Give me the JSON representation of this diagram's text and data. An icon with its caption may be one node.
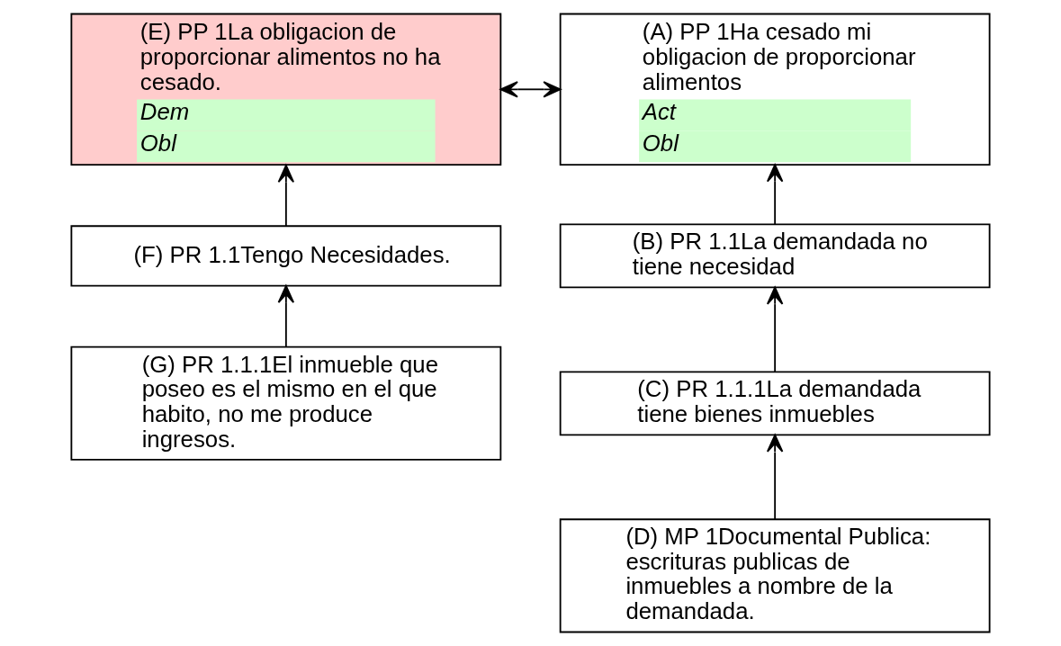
{
  "diagram": {
    "nodes": [
      {
        "text": [
          "(E) PP 1La obligacion de proporcionar alimentos no ha cesado.",
          "Dem",
          "Obl"
        ]
      },
      {
        "text": [
          "(A) PP 1Ha cesado mi obligacion de proporcionar alimentos",
          "Act",
          "Obl"
        ]
      },
      {
        "text": [
          "(F) PR 1.1Tengo Necesidades."
        ]
      },
      {
        "text": [
          "(B) PR 1.1La demandada no tiene necesidad"
        ]
      },
      {
        "text": [
          "(G) PR 1.1.1El inmueble que poseo es el mismo en el que habito, no me produce ingresos."
        ]
      },
      {
        "text": [
          "(C) PR 1.1.1La demandada tiene bienes inmuebles"
        ]
      },
      {
        "text": [
          "(D) MP 1Documental Publica: escrituras publicas de inmuebles a nombre de la demandada."
        ]
      }
    ],
    "edges": [
      {
        "from": 0,
        "to": 1,
        "arrow": "both"
      },
      {
        "from": 2,
        "to": 0,
        "arrow": "to"
      },
      {
        "from": 3,
        "to": 1,
        "arrow": "to"
      },
      {
        "from": 4,
        "to": 2,
        "arrow": "to"
      },
      {
        "from": 5,
        "to": 3,
        "arrow": "to"
      },
      {
        "from": 6,
        "to": 5,
        "arrow": "to"
      }
    ]
  }
}
